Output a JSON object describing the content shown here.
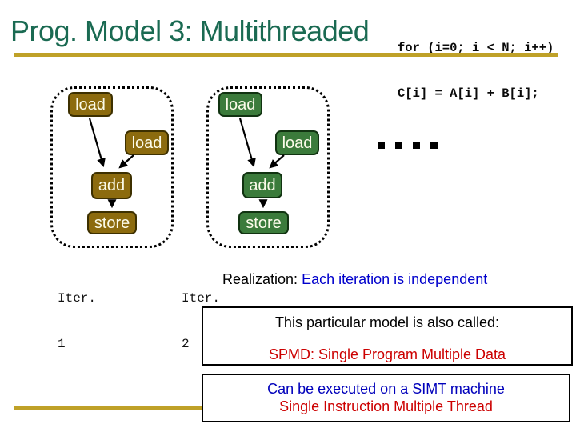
{
  "slide": {
    "title": "Prog. Model 3: Multithreaded",
    "code": {
      "line1": "for (i=0; i < N; i++)",
      "line2": "C[i] = A[i] + B[i];"
    },
    "ellipsis": "....",
    "iterations": [
      {
        "label": "Iter.",
        "number": "1",
        "box_color": "#8C6B0E",
        "nodes": [
          "load",
          "load",
          "add",
          "store"
        ]
      },
      {
        "label": "Iter.",
        "number": "2",
        "box_color": "#3B7B3B",
        "nodes": [
          "load",
          "load",
          "add",
          "store"
        ]
      }
    ],
    "realization": {
      "label": "Realization:",
      "text": "Each iteration is independent"
    },
    "callouts": [
      {
        "lines": [
          {
            "text": "This particular model is also called:",
            "color": "#000000"
          },
          {
            "text": "SPMD: Single Program Multiple Data",
            "color": "#CC0000"
          }
        ]
      },
      {
        "lines": [
          {
            "text": "Can be executed on a SIMT machine",
            "color": "#0000BB"
          },
          {
            "text": "Single Instruction Multiple Thread",
            "color": "#CC0000"
          }
        ]
      }
    ],
    "colors": {
      "title_green": "#1A6A52",
      "gold_rule": "#BFA128",
      "iter1_box": "#8C6B0E",
      "iter2_box": "#3B7B3B",
      "red_text": "#CC0000",
      "blue_text": "#0000CC",
      "navy_text": "#0000BB"
    }
  }
}
